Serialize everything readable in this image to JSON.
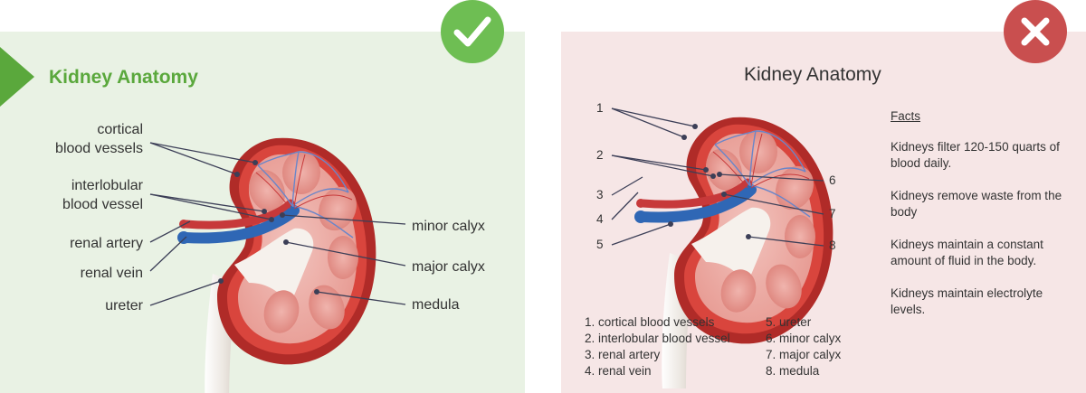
{
  "left": {
    "title": "Kidney Anatomy",
    "labels": {
      "cortical_1": "cortical",
      "cortical_2": "blood vessels",
      "interlobular_1": "interlobular",
      "interlobular_2": "blood vessel",
      "renal_artery": "renal artery",
      "renal_vein": "renal vein",
      "ureter": "ureter",
      "minor_calyx": "minor calyx",
      "major_calyx": "major calyx",
      "medula": "medula"
    }
  },
  "right": {
    "title": "Kidney Anatomy",
    "numbers": [
      "1",
      "2",
      "3",
      "4",
      "5",
      "6",
      "7",
      "8"
    ],
    "legend": [
      "1.  cortical blood vessels",
      "2. interlobular blood vessel",
      "3. renal artery",
      "4. renal vein",
      "5. ureter",
      "6. minor calyx",
      "7. major calyx",
      "8. medula"
    ],
    "facts": {
      "heading": "Facts",
      "items": [
        "Kidneys filter 120-150 quarts of blood daily.",
        "Kidneys remove waste from the body",
        "Kidneys maintain a constant amount of fluid in the body.",
        "Kidneys maintain electrolyte levels."
      ]
    }
  },
  "colors": {
    "good_bg": "#e9f2e4",
    "bad_bg": "#f6e6e6",
    "good_accent": "#5aa83c",
    "check_badge": "#6ebe53",
    "cross_badge": "#c94f4f"
  },
  "icons": [
    "checkmark-icon",
    "cross-icon",
    "arrow-tab-icon"
  ]
}
